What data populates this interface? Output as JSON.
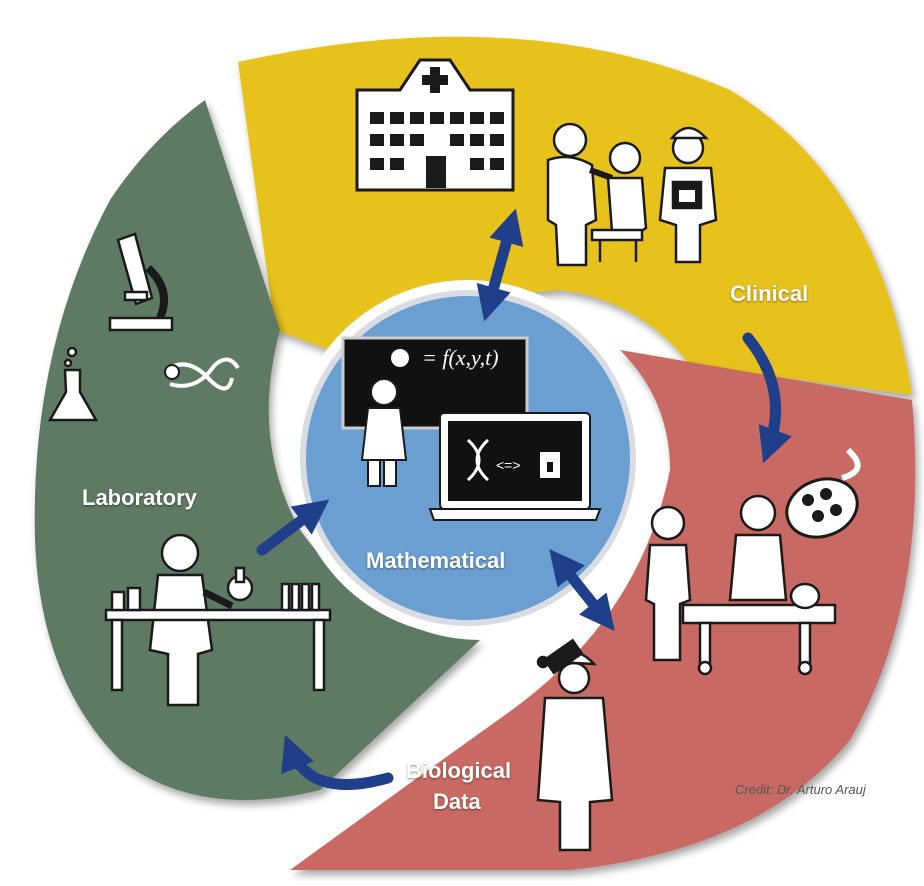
{
  "sections": {
    "clinical": "Clinical",
    "laboratory": "Laboratory",
    "mathematical": "Mathematical",
    "biological_line1": "Biological",
    "biological_line2": "Data"
  },
  "equation": "= f(x,y,t)",
  "laptop_operator": "<=>",
  "credit": "Credit: Dr. Arturo Arauj",
  "colors": {
    "clinical": "#e8c21e",
    "biological": "#c86a63",
    "laboratory": "#5f7a63",
    "mathematical": "#6b9fd1",
    "arrow": "#1f3f8a",
    "icon": "#ffffff"
  },
  "icons": [
    "hospital-icon",
    "doctor-patient-icon",
    "surgery-icon",
    "surgical-lamp-icon",
    "scientist-dna-icon",
    "lab-scientist-icon",
    "microscope-icon",
    "flask-icon",
    "dna-icon",
    "blackboard-icon",
    "laptop-icon"
  ]
}
